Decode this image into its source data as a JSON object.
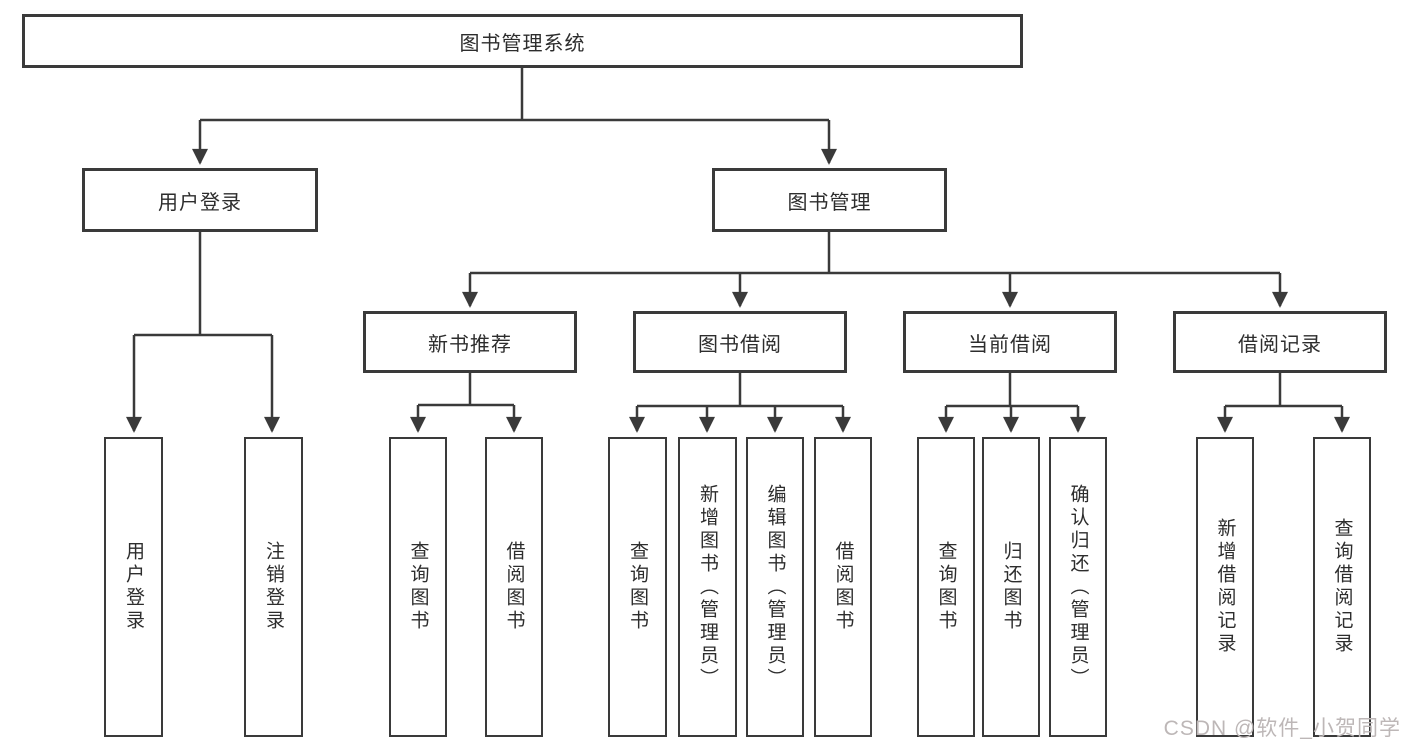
{
  "colors": {
    "line": "#3a3a3a",
    "box_border": "#3a3a3a",
    "text": "#2d2d2d",
    "background": "#ffffff",
    "watermark": "#bdb7b7"
  },
  "diagram": {
    "root": "图书管理系统",
    "branches": [
      "用户登录",
      "图书管理"
    ],
    "sections": [
      "新书推荐",
      "图书借阅",
      "当前借阅",
      "借阅记录"
    ],
    "leaves": [
      "用户登录",
      "注销登录",
      "查询图书",
      "借阅图书",
      "查询图书",
      "新增图书（管理员）",
      "编辑图书（管理员）",
      "借阅图书",
      "查询图书",
      "归还图书",
      "确认归还（管理员）",
      "新增借阅记录",
      "查询借阅记录"
    ]
  },
  "watermark": "CSDN @软件_小贺同学"
}
